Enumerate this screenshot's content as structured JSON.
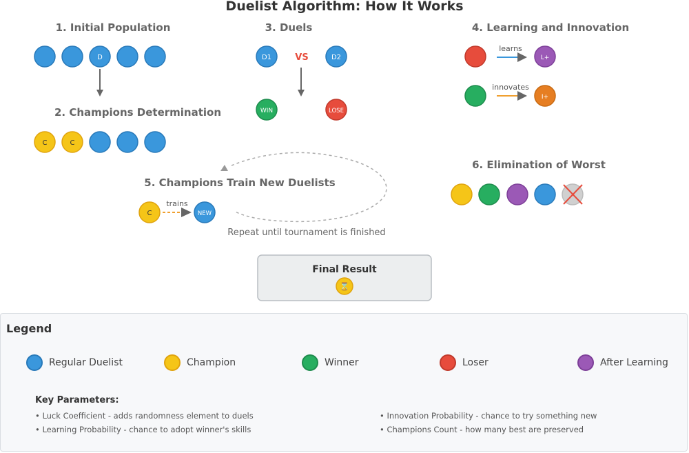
{
  "title": "Duelist Algorithm: How It Works",
  "colors": {
    "regular": "#3a97dc",
    "regular_border": "#2879b9",
    "champion": "#f5c518",
    "champion_border": "#e0a30d",
    "winner": "#27ae60",
    "winner_border": "#1e8c4d",
    "loser": "#e74c3c",
    "loser_border": "#c0392b",
    "learned": "#9b59b6",
    "learned_border": "#7d3f98",
    "innovated": "#e67e22",
    "innovated_border": "#c86a12",
    "eliminated": "#d0d0d0",
    "cross": "#e74c3c",
    "arrow": "#666666",
    "dashed": "#aaaaaa"
  },
  "steps": {
    "s1": {
      "title": "1. Initial Population",
      "duelist_label": "D"
    },
    "s2": {
      "title": "2. Champions Determination",
      "champion_label": "C"
    },
    "s3": {
      "title": "3. Duels",
      "d1": "D1",
      "d2": "D2",
      "vs": "VS",
      "win": "WIN",
      "lose": "LOSE"
    },
    "s4": {
      "title": "4. Learning and Innovation",
      "learns": "learns",
      "learned_label": "L+",
      "innovates": "innovates",
      "innovated_label": "I+"
    },
    "s5": {
      "title": "5. Champions Train New Duelists",
      "champion_label": "C",
      "trains": "trains",
      "new_label": "NEW",
      "repeat_note": "Repeat until tournament is finished"
    },
    "s6": {
      "title": "6. Elimination of Worst"
    }
  },
  "final": {
    "title": "Final Result",
    "icon": "hourglass-icon",
    "glyph": "⌛"
  },
  "legend": {
    "title": "Legend",
    "items": [
      {
        "label": "Regular Duelist",
        "color": "#3a97dc",
        "border": "#2879b9"
      },
      {
        "label": "Champion",
        "color": "#f5c518",
        "border": "#e0a30d"
      },
      {
        "label": "Winner",
        "color": "#27ae60",
        "border": "#1e8c4d"
      },
      {
        "label": "Loser",
        "color": "#e74c3c",
        "border": "#c0392b"
      },
      {
        "label": "After Learning",
        "color": "#9b59b6",
        "border": "#7d3f98"
      }
    ]
  },
  "parameters": {
    "title": "Key Parameters:",
    "items": [
      "• Luck Coefficient - adds randomness element to duels",
      "• Learning Probability - chance to adopt winner's skills",
      "• Innovation Probability - chance to try something new",
      "• Champions Count - how many best are preserved"
    ]
  }
}
